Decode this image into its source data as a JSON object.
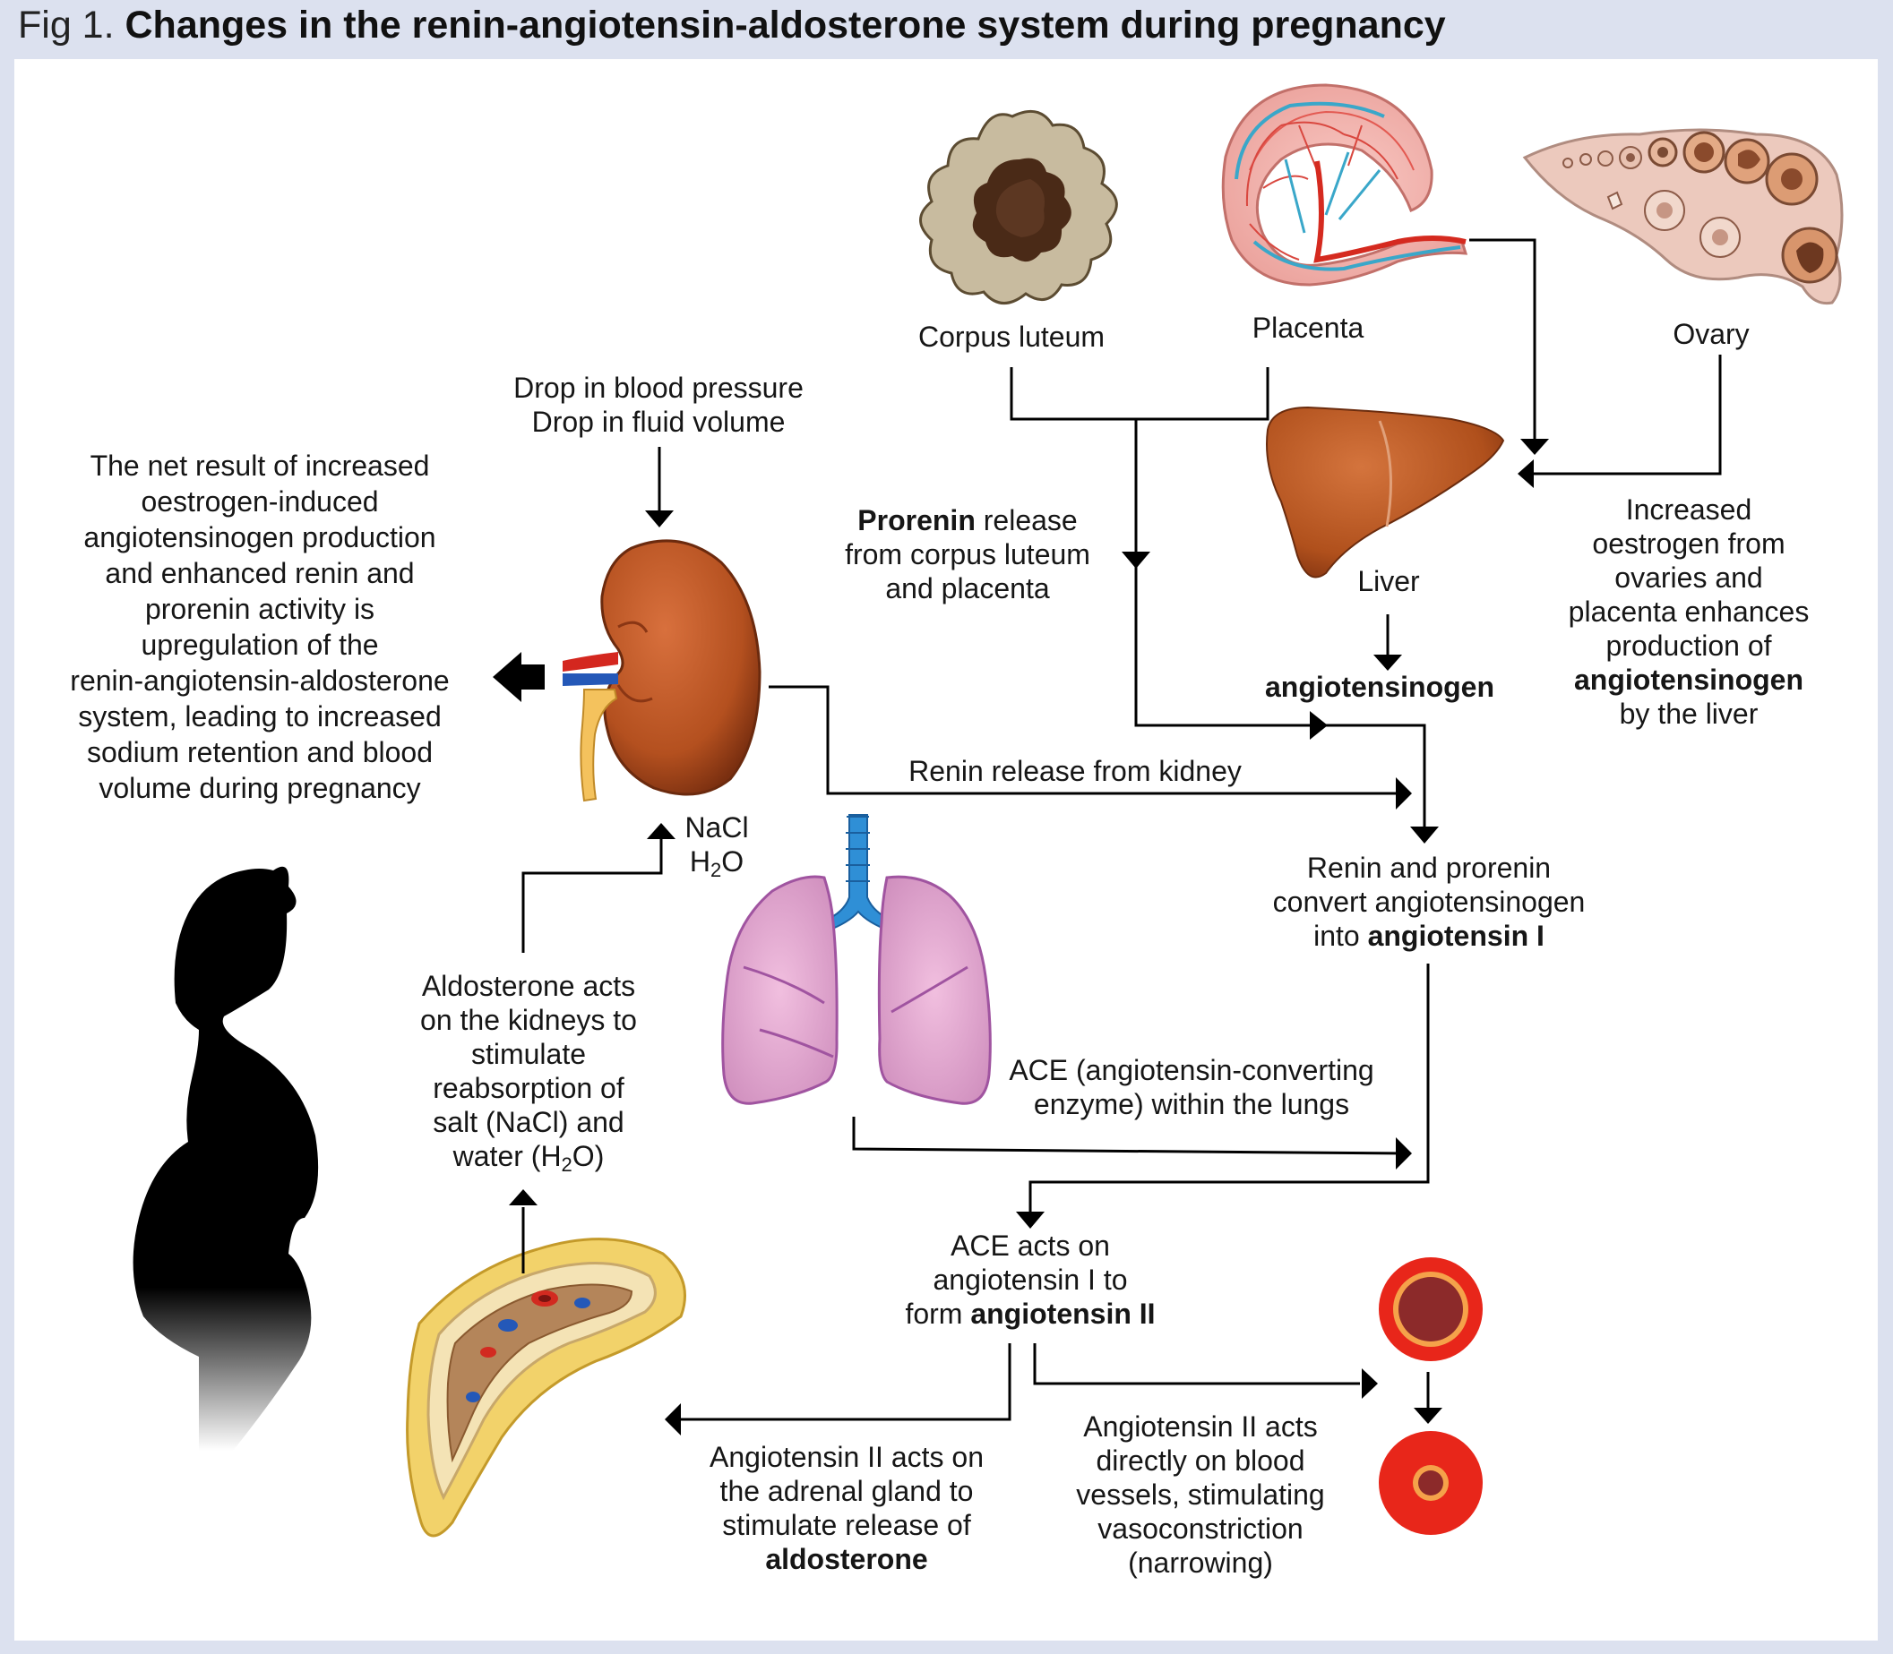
{
  "title": {
    "figure_label": "Fig 1.",
    "text": "Changes in the renin-angiotensin-aldosterone system during pregnancy"
  },
  "organs": {
    "corpus_luteum": "Corpus luteum",
    "placenta": "Placenta",
    "ovary": "Ovary",
    "liver": "Liver"
  },
  "labels": {
    "drop_line1": "Drop in blood pressure",
    "drop_line2": "Drop in fluid volume",
    "net_result": [
      "The net result of increased",
      "oestrogen-induced",
      "angiotensinogen production",
      "and enhanced renin and",
      "prorenin activity is",
      "upregulation of the",
      "renin-angiotensin-aldosterone",
      "system, leading to increased",
      "sodium retention and blood",
      "volume during pregnancy"
    ],
    "prorenin_bold": "Prorenin",
    "prorenin_rest": " release",
    "prorenin_line2": "from corpus luteum",
    "prorenin_line3": "and placenta",
    "oestrogen": [
      "Increased",
      "oestrogen from",
      "ovaries and",
      "placenta enhances",
      "production of"
    ],
    "oestrogen_bold": "angiotensinogen",
    "oestrogen_last": "by the liver",
    "angiotensinogen": "angiotensinogen",
    "renin_release": "Renin release from kidney",
    "nacl": "NaCl",
    "h2o_h": "H",
    "h2o_sub": "2",
    "h2o_o": "O",
    "renin_convert_line1": "Renin and prorenin",
    "renin_convert_line2": "convert angiotensinogen",
    "renin_convert_line3_pre": "into ",
    "renin_convert_line3_bold": "angiotensin I",
    "aldo_kidney": [
      "Aldosterone acts",
      "on the kidneys to",
      "stimulate",
      "reabsorption of",
      "salt (NaCl) and"
    ],
    "aldo_water_pre": "water (H",
    "aldo_water_sub": "2",
    "aldo_water_post": "O)",
    "ace_lungs_line1": "ACE (angiotensin-converting",
    "ace_lungs_line2": "enzyme) within the lungs",
    "ace_acts_line1": "ACE acts on",
    "ace_acts_line2": "angiotensin I to",
    "ace_acts_line3_pre": "form ",
    "ace_acts_line3_bold": "angiotensin II",
    "adrenal": [
      "Angiotensin II acts on",
      "the adrenal gland to",
      "stimulate release of"
    ],
    "adrenal_bold": "aldosterone",
    "vessels": [
      "Angiotensin II acts",
      "directly on blood",
      "vessels, stimulating",
      "vasoconstriction",
      "(narrowing)"
    ]
  },
  "colors": {
    "page_background": "#dce1ef",
    "panel": "#ffffff",
    "arrow": "#000000",
    "kidney": "#b9542a",
    "liver": "#b5541f",
    "lung": "#d99ac4",
    "trachea": "#2f8fd6",
    "vessel_outer": "#e8261a",
    "vessel_lumen": "#8c2a2a",
    "adrenal": "#f2d26a",
    "corpus_luteum": "#c9bca3",
    "placenta": "#f3b8b4",
    "ovary": "#ecc9bd",
    "silhouette": "#000000"
  },
  "icons": [
    "corpus-luteum-icon",
    "placenta-icon",
    "ovary-icon",
    "liver-icon",
    "kidney-icon",
    "lungs-icon",
    "adrenal-gland-icon",
    "blood-vessel-normal-icon",
    "blood-vessel-constricted-icon",
    "pregnant-woman-silhouette"
  ]
}
